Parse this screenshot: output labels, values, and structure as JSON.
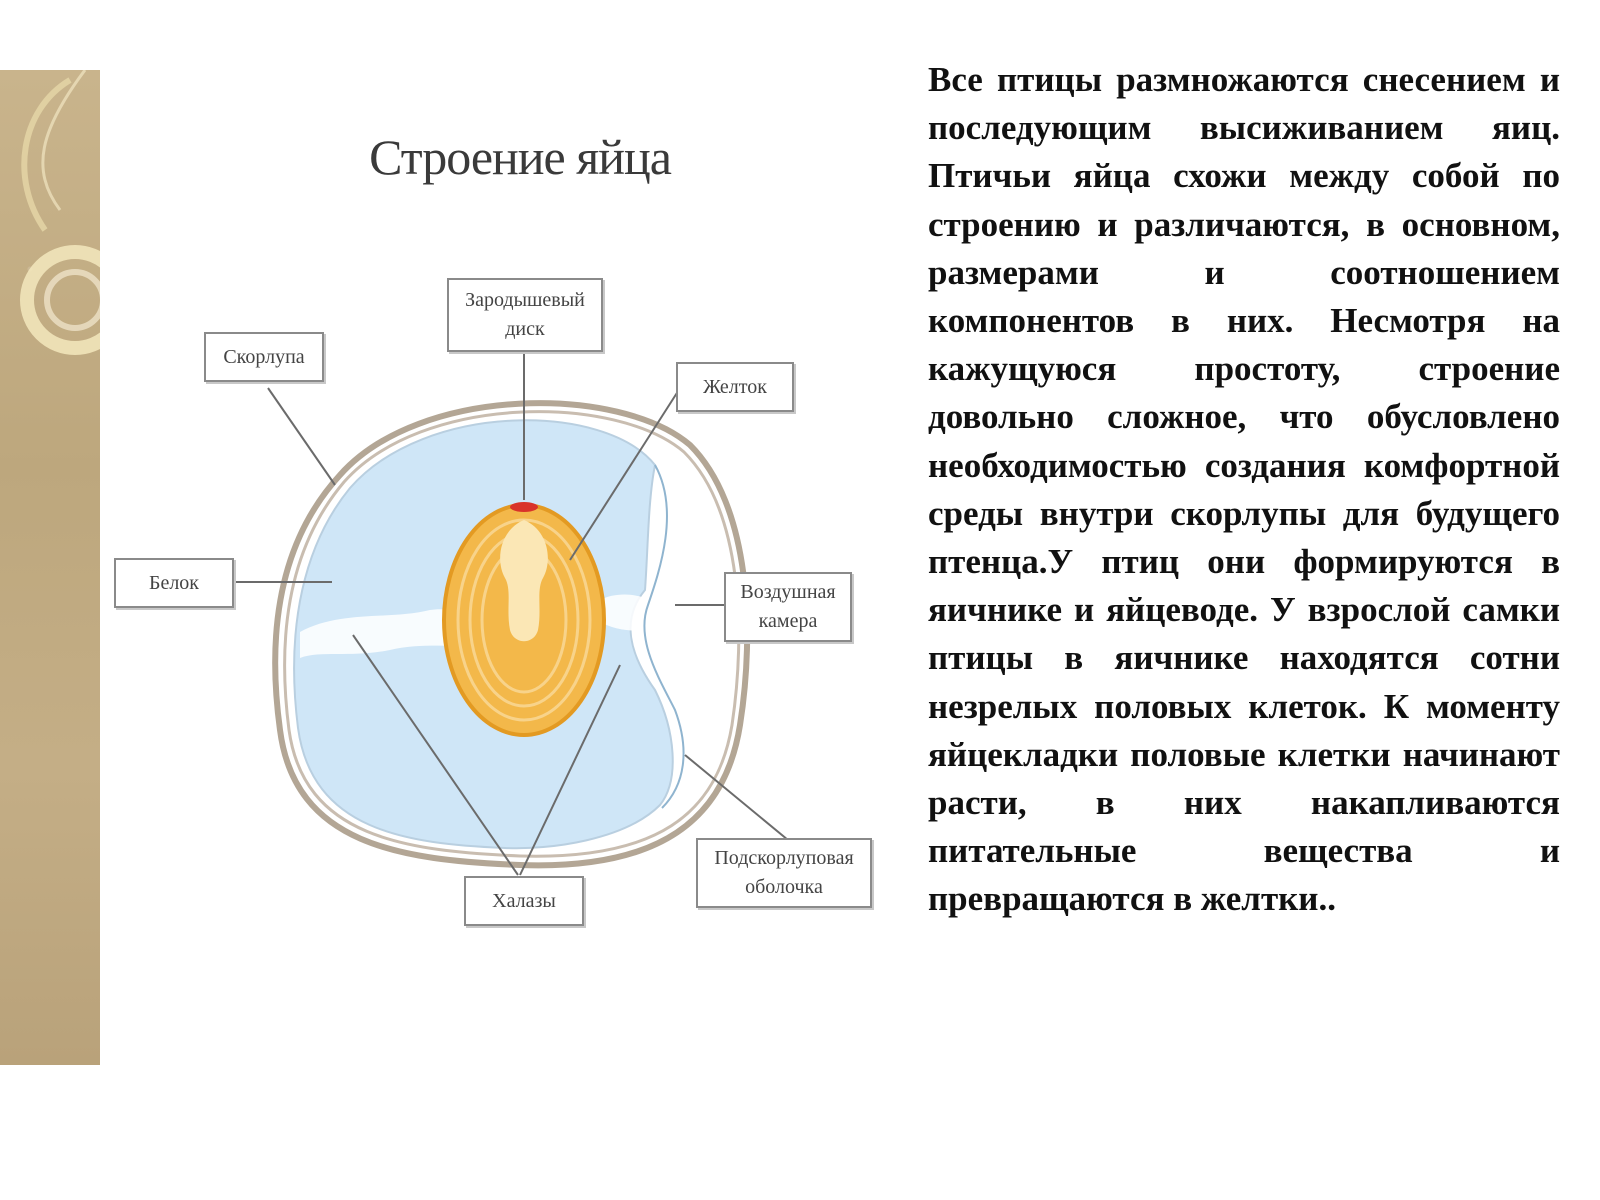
{
  "diagram": {
    "title": "Строение яйца",
    "labels": {
      "shell": "Скорлупа",
      "germinal_disc": "Зародышевый диск",
      "yolk": "Желток",
      "albumen": "Белок",
      "air_cell": "Воздушная камера",
      "chalazae": "Халазы",
      "shell_membrane": "Подскорлуповая оболочка"
    },
    "colors": {
      "shell_outline": "#a89a8a",
      "albumen": "#cfe6f7",
      "yolk_outer": "#f3b84a",
      "yolk_inner": "#f7cf7a",
      "germinal_disc": "#d9332a",
      "leader_line": "#6b6b6b"
    }
  },
  "text": {
    "paragraph": "Все птицы размножаются снесением и последующим высиживанием яиц. Птичьи яйца схожи между собой по строению и различаются, в основном, размерами и соотношением компонентов в них. Несмотря на кажущуюся простоту, строение довольно сложное, что обусловлено необходимостью создания комфортной среды внутри скорлупы для будущего птенца.У птиц они формируются в яичнике и яйцеводе. У взрослой самки птицы в яичнике находятся сотни незрелых половых клеток. К моменту яйцекладки половые клетки начинают расти, в них накапливаются питательные вещества и превращаются в желтки.."
  }
}
